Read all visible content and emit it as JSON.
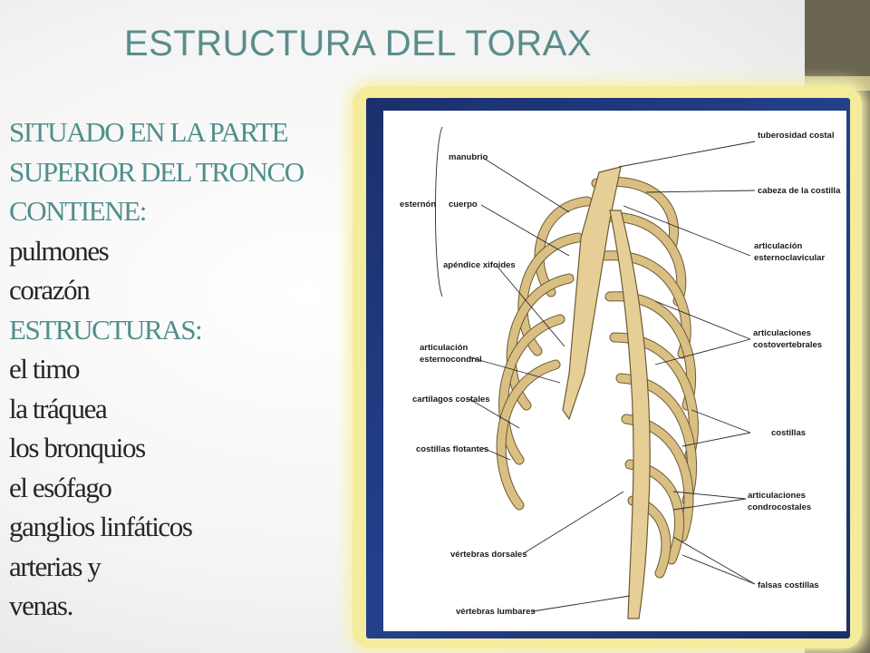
{
  "slide": {
    "title": "ESTRUCTURA DEL TORAX",
    "lines": [
      {
        "text": "SITUADO EN LA PARTE",
        "style": "accent"
      },
      {
        "text": "SUPERIOR DEL TRONCO",
        "style": "accent"
      },
      {
        "text": "CONTIENE:",
        "style": "accent"
      },
      {
        "text": "pulmones",
        "style": "dark"
      },
      {
        "text": "corazón",
        "style": "dark"
      },
      {
        "text": "ESTRUCTURAS:",
        "style": "accent"
      },
      {
        "text": "el timo",
        "style": "dark"
      },
      {
        "text": "la tráquea",
        "style": "dark"
      },
      {
        "text": "los bronquios",
        "style": "dark"
      },
      {
        "text": "el esófago",
        "style": "dark"
      },
      {
        "text": "ganglios linfáticos",
        "style": "dark"
      },
      {
        "text": "arterias y",
        "style": "dark"
      },
      {
        "text": "venas.",
        "style": "dark"
      }
    ]
  },
  "figure": {
    "labels": {
      "tuberosidad_costal": "tuberosidad costal",
      "manubrio": "manubrio",
      "cabeza_costilla": "cabeza de la costilla",
      "esternon": "esternón",
      "cuerpo": "cuerpo",
      "articulacion_esternoclavicular_1": "articulación",
      "articulacion_esternoclavicular_2": "esternoclavicular",
      "apendice_xifoides": "apéndice xifoides",
      "articulaciones_costovertebrales_1": "articulaciones",
      "articulaciones_costovertebrales_2": "costovertebrales",
      "articulacion_esternocondral_1": "articulación",
      "articulacion_esternocondral_2": "esternocondral",
      "cartilagos_costales": "cartílagos costales",
      "costillas": "costillas",
      "costillas_flotantes": "costillas flotantes",
      "articulaciones_condrocostales_1": "articulaciones",
      "articulaciones_condrocostales_2": "condrocostales",
      "vertebras_dorsales": "vértebras dorsales",
      "falsas_costillas": "falsas costillas",
      "vertebras_lumbares": "vértebras lumbares"
    }
  },
  "colors": {
    "title": "#5a8d8c",
    "accent_text": "#4f8f8c",
    "dark_text": "#262626",
    "frame_glow": "#f4ec9a",
    "frame_blue": "#24418c",
    "side_band": "#6b6651"
  }
}
